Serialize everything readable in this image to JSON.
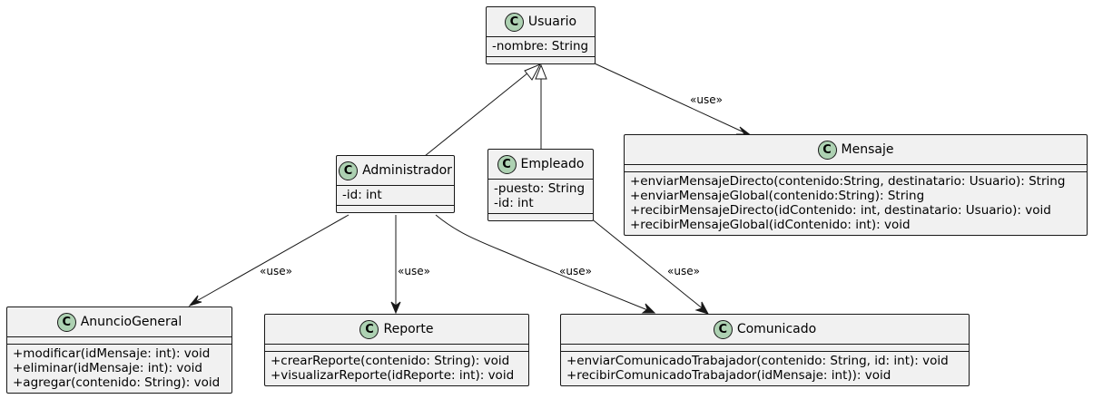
{
  "stereotype": "«use»",
  "badge_letter": "C",
  "classes": {
    "usuario": {
      "name": "Usuario",
      "attrs": [
        "-nombre: String"
      ],
      "methods": []
    },
    "administrador": {
      "name": "Administrador",
      "attrs": [
        "-id: int"
      ],
      "methods": []
    },
    "empleado": {
      "name": "Empleado",
      "attrs": [
        "-puesto: String",
        "-id: int"
      ],
      "methods": []
    },
    "mensaje": {
      "name": "Mensaje",
      "attrs": [],
      "methods": [
        "+enviarMensajeDirecto(contenido:String, destinatario: Usuario): String",
        "+enviarMensajeGlobal(contenido:String): String",
        "+recibirMensajeDirecto(idContenido: int, destinatario: Usuario): void",
        "+recibirMensajeGlobal(idContenido: int): void"
      ]
    },
    "anuncio": {
      "name": "AnuncioGeneral",
      "attrs": [],
      "methods": [
        "+modificar(idMensaje: int): void",
        "+eliminar(idMensaje: int): void",
        "+agregar(contenido: String): void"
      ]
    },
    "reporte": {
      "name": "Reporte",
      "attrs": [],
      "methods": [
        "+crearReporte(contenido: String): void",
        "+visualizarReporte(idReporte: int): void"
      ]
    },
    "comunicado": {
      "name": "Comunicado",
      "attrs": [],
      "methods": [
        "+enviarComunicadoTrabajador(contenido: String, id: int): void",
        "+recibirComunicadoTrabajador(idMensaje: int)): void"
      ]
    }
  },
  "relations": [
    {
      "from": "administrador",
      "to": "usuario",
      "kind": "generalization"
    },
    {
      "from": "empleado",
      "to": "usuario",
      "kind": "generalization"
    },
    {
      "from": "usuario",
      "to": "mensaje",
      "kind": "use"
    },
    {
      "from": "administrador",
      "to": "anuncio",
      "kind": "use"
    },
    {
      "from": "administrador",
      "to": "reporte",
      "kind": "use"
    },
    {
      "from": "administrador",
      "to": "comunicado",
      "kind": "use"
    },
    {
      "from": "empleado",
      "to": "comunicado",
      "kind": "use"
    }
  ],
  "colors": {
    "box_fill": "#f1f1f1",
    "border": "#181818",
    "badge": "#add1b2"
  }
}
